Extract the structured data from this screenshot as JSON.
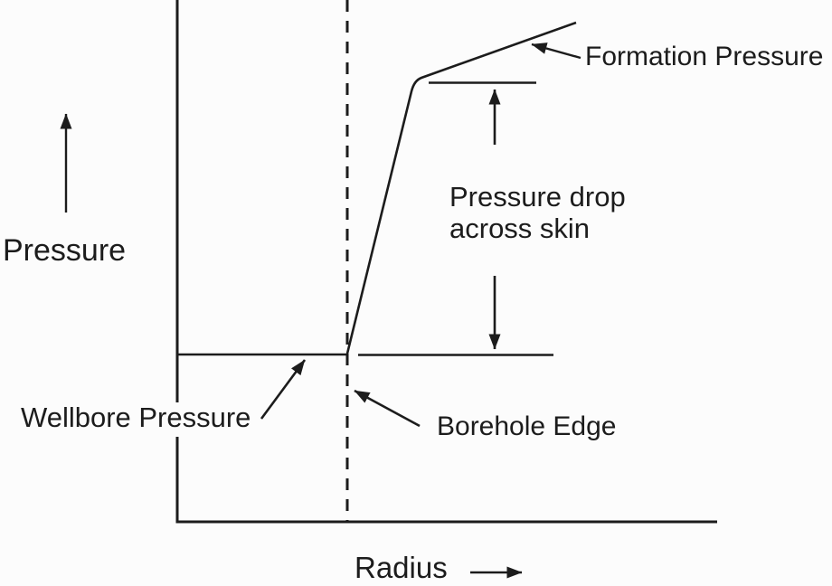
{
  "figure": {
    "background_color": "#fcfcfc",
    "ink_color": "#1c1c1c",
    "y_axis": {
      "label": "Pressure"
    },
    "x_axis": {
      "label": "Radius"
    },
    "annotations": {
      "formation_pressure": {
        "label": "Formation Pressure"
      },
      "pressure_drop": {
        "line1": "Pressure drop",
        "line2": "across skin"
      },
      "wellbore_pressure": {
        "label": "Wellbore Pressure"
      },
      "borehole_edge": {
        "label": "Borehole Edge"
      }
    }
  }
}
